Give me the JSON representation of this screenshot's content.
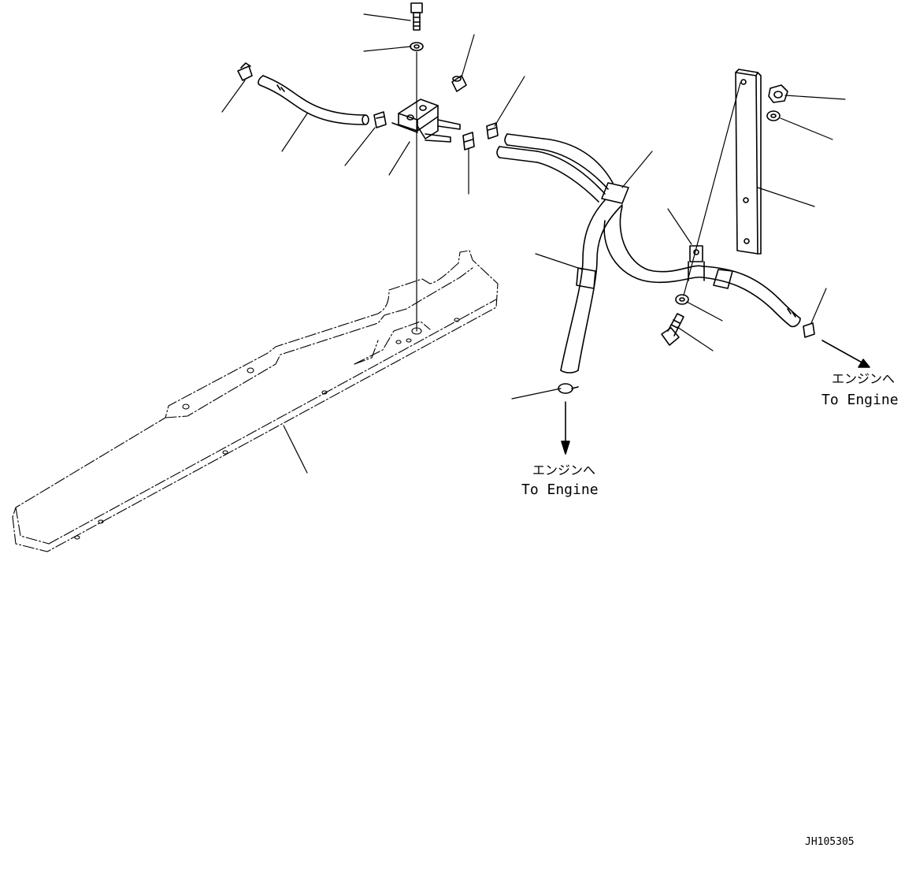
{
  "callouts": {
    "engine_right": {
      "jp": "エンジンへ",
      "en": "To Engine"
    },
    "engine_bottom": {
      "jp": "エンジンへ",
      "en": "To Engine"
    }
  },
  "drawing_number": "JH105305"
}
